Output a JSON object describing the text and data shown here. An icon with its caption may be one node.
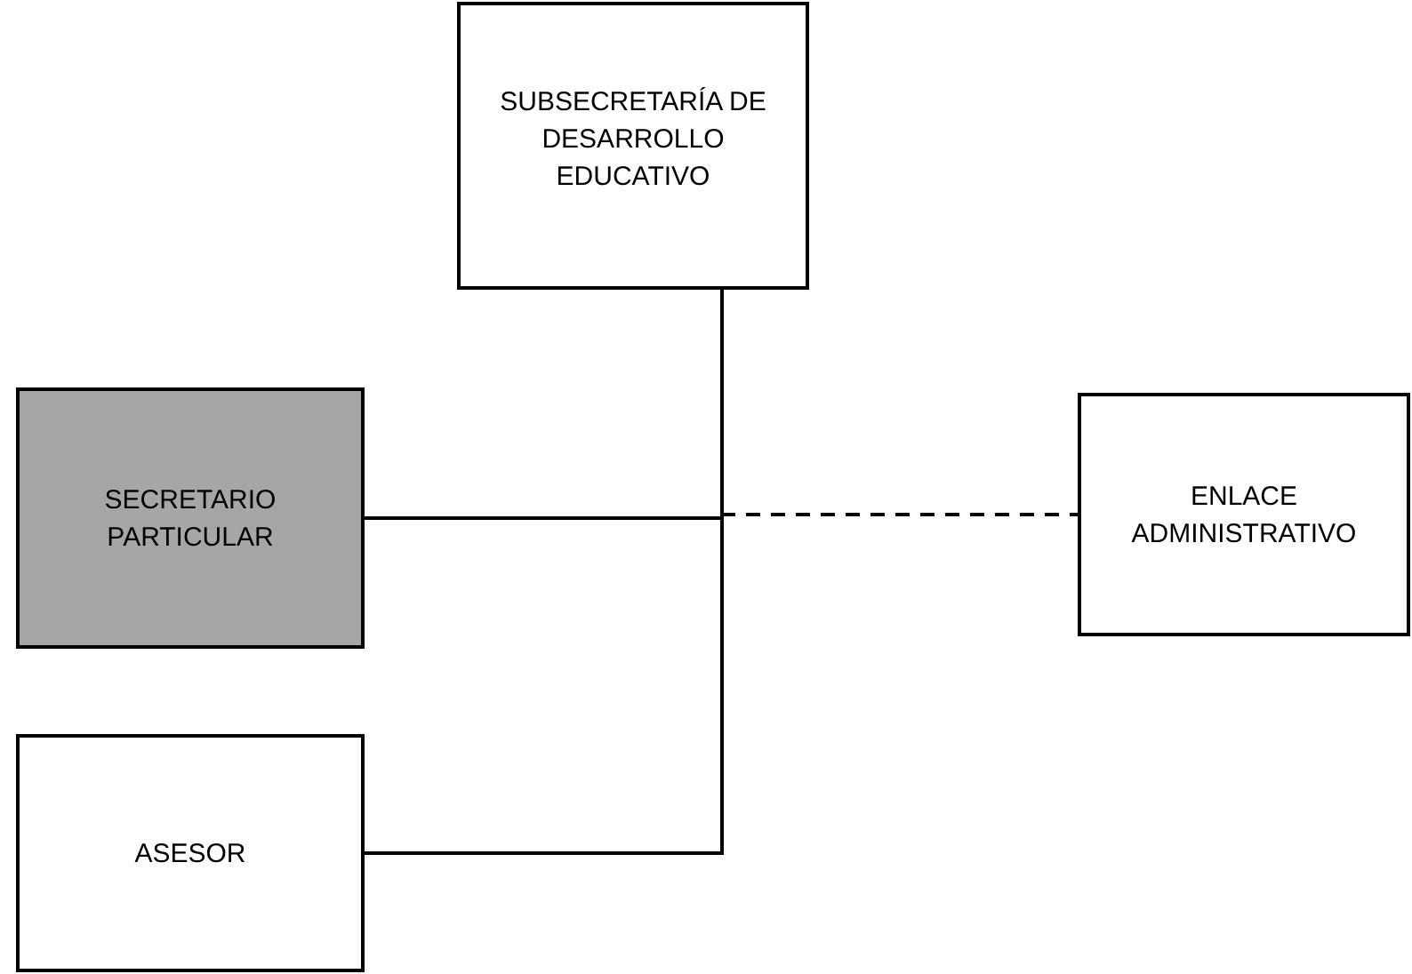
{
  "diagram": {
    "nodes": [
      {
        "text": [
          "SUBSECRETARÍA DE DESARROLLO EDUCATIVO"
        ]
      },
      {
        "text": [
          "SECRETARIO PARTICULAR"
        ]
      },
      {
        "text": [
          "ENLACE ADMINISTRATIVO"
        ]
      },
      {
        "text": [
          "ASESOR"
        ]
      }
    ],
    "edges": [
      {
        "from": 0,
        "to": 2,
        "arrow": "none",
        "style": "dashed"
      },
      {
        "from": 0,
        "to": 1,
        "arrow": "none"
      },
      {
        "from": 0,
        "to": 3,
        "arrow": "none"
      }
    ]
  }
}
